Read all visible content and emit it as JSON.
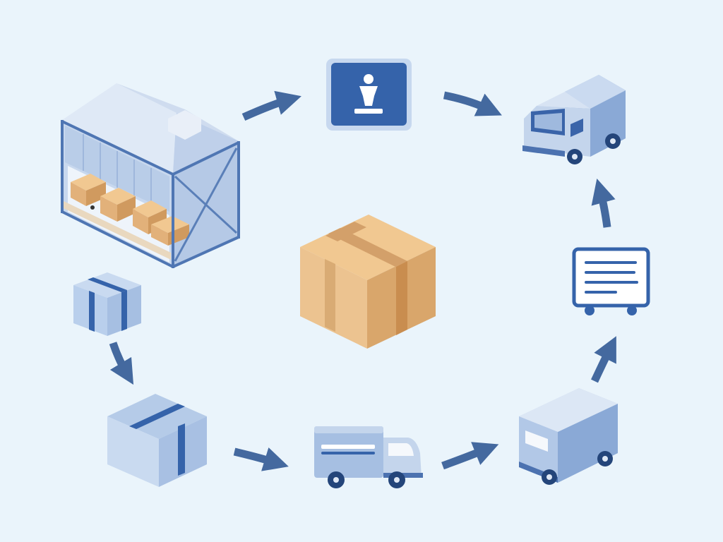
{
  "diagram": {
    "title": "",
    "colors": {
      "background": "#eaf4fb",
      "arrow": "#44699f",
      "accent": "#3b66ad",
      "pale_blue": "#c7d8ef",
      "mid_blue": "#9db8dd",
      "dark_blue": "#2f5a9a",
      "cardboard_light": "#f1c891",
      "cardboard_mid": "#e2b17a",
      "cardboard_dark": "#c98d4f"
    },
    "nodes": [
      {
        "id": "warehouse",
        "icon": "warehouse-icon"
      },
      {
        "id": "operator-sign",
        "icon": "person-sign-icon"
      },
      {
        "id": "delivery-van",
        "icon": "delivery-van-icon"
      },
      {
        "id": "manifest-cart",
        "icon": "manifest-cart-icon"
      },
      {
        "id": "box-truck",
        "icon": "box-truck-icon"
      },
      {
        "id": "cargo-truck",
        "icon": "cargo-truck-icon"
      },
      {
        "id": "large-package",
        "icon": "large-package-icon"
      },
      {
        "id": "small-package",
        "icon": "small-package-icon"
      },
      {
        "id": "central-parcel",
        "icon": "cardboard-box-icon"
      }
    ],
    "edges": [
      {
        "from": "warehouse",
        "to": "operator-sign"
      },
      {
        "from": "operator-sign",
        "to": "delivery-van"
      },
      {
        "from": "manifest-cart",
        "to": "delivery-van"
      },
      {
        "from": "box-truck",
        "to": "manifest-cart"
      },
      {
        "from": "cargo-truck",
        "to": "box-truck"
      },
      {
        "from": "large-package",
        "to": "cargo-truck"
      },
      {
        "from": "small-package",
        "to": "large-package"
      }
    ]
  }
}
